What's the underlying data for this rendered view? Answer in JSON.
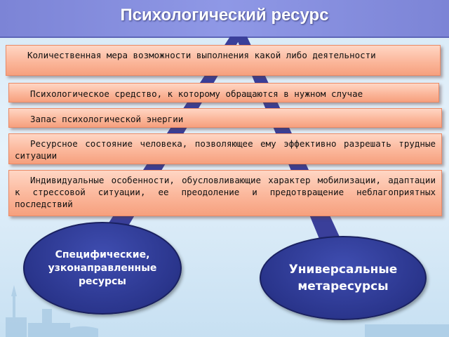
{
  "title": "Психологический ресурс",
  "definitions": [
    "Количественная мера возможности выполнения какой либо деятельности",
    "Психологическое средство, к которому обращаются в нужном случае",
    "Запас психологической энергии",
    "Ресурсное состояние человека, позволяющее ему эффективно разрешать трудные ситуации",
    "Индивидуальные особенности, обусловливающие характер мобилизации, адаптации к стрессовой ситуации, ее преодоление и предотвращение неблагоприятных последствий"
  ],
  "resource_types": [
    "Специфические, узконаправленные ресурсы",
    "Универсальные метаресурсы"
  ],
  "colors": {
    "title_bar": "#8f98e6",
    "box_fill": "#fbb79b",
    "oval_fill": "#2a358c",
    "connector": "#3a3f9a"
  }
}
